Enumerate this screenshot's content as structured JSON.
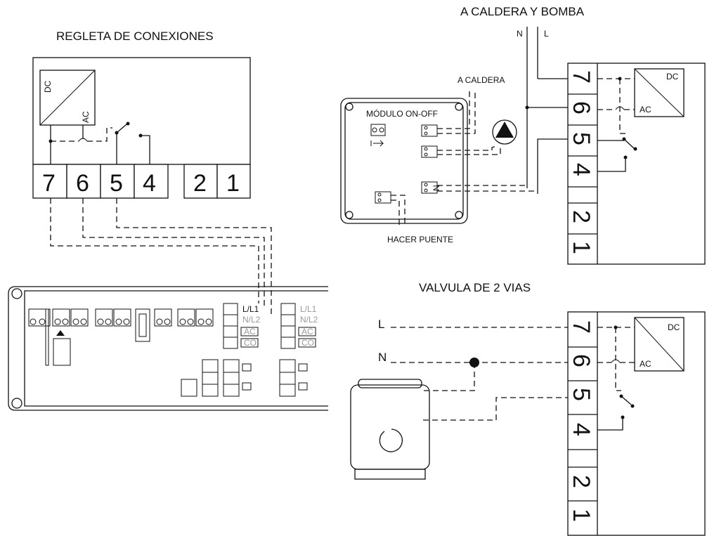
{
  "headings": {
    "left": "REGLETA DE CONEXIONES",
    "top_right": "A CALDERA Y BOMBA",
    "bottom_right": "VALVULA DE 2 VIAS"
  },
  "converter": {
    "dc": "DC",
    "ac": "AC"
  },
  "left_terminals": [
    "7",
    "6",
    "5",
    "4",
    "2",
    "1"
  ],
  "right_terminals": [
    "7",
    "6",
    "5",
    "4",
    "2",
    "1"
  ],
  "supply": {
    "neutral": "N",
    "line": "L"
  },
  "module": {
    "title": "MÓDULO ON-OFF",
    "caldera": "A CALDERA",
    "bridge": "HACER PUENTE",
    "terminal_n": "N"
  },
  "controller": {
    "l_l1": "L/L1",
    "n_l2": "N/L2",
    "ac": "AC",
    "co": "CO"
  }
}
